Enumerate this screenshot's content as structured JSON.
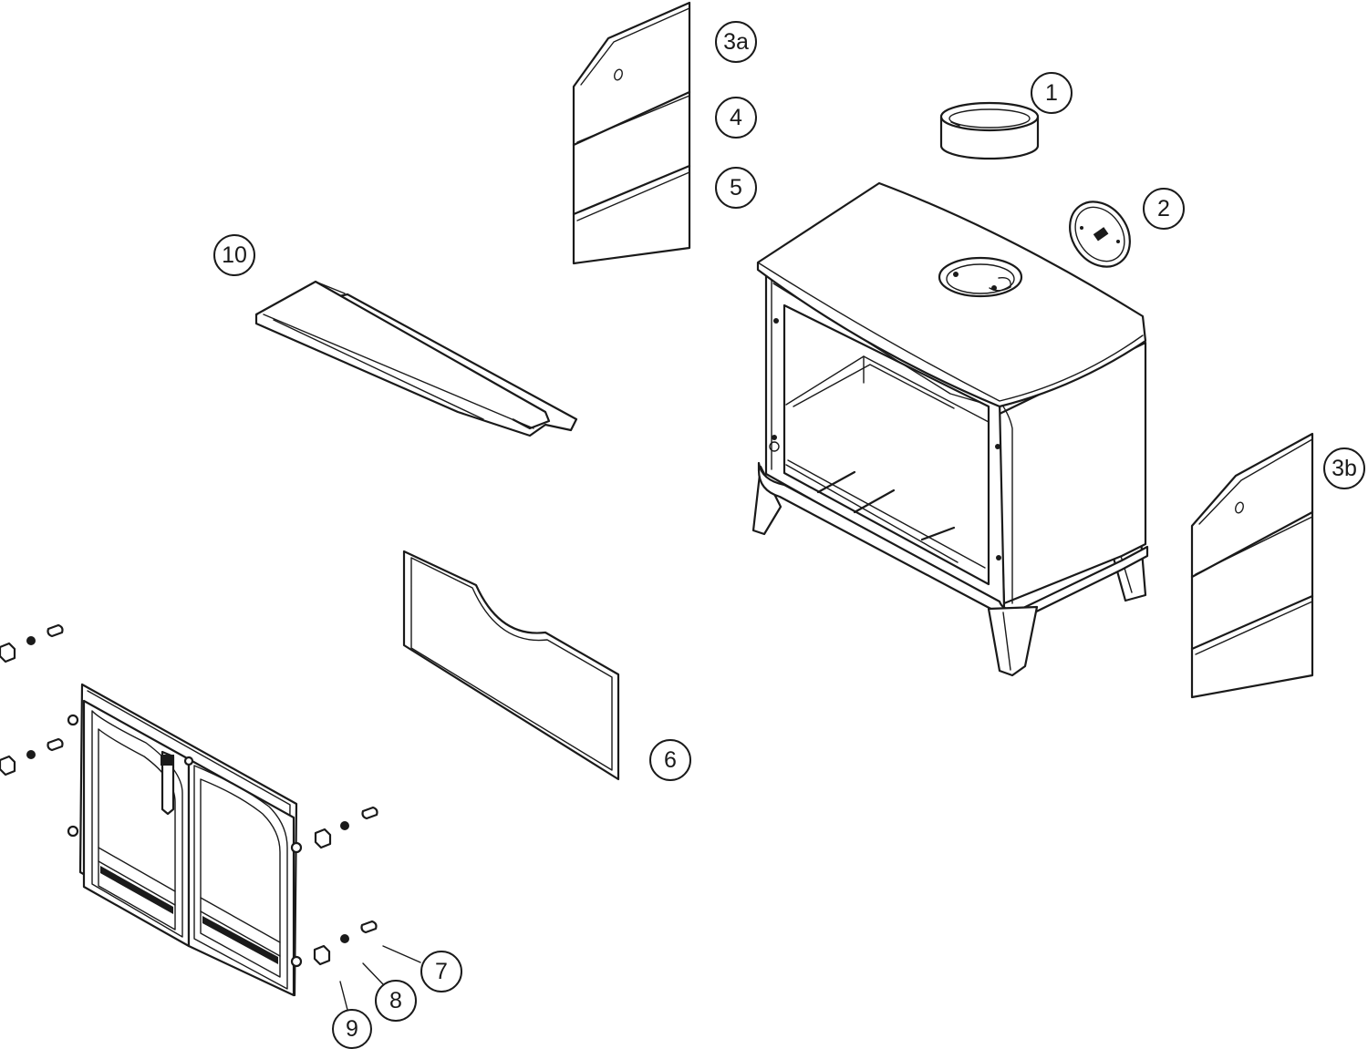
{
  "callouts": {
    "c1": "1",
    "c2": "2",
    "c3a": "3a",
    "c3b": "3b",
    "c4": "4",
    "c5": "5",
    "c6": "6",
    "c7": "7",
    "c8": "8",
    "c9": "9",
    "c10": "10"
  },
  "colors": {
    "line": "#1a1a1a",
    "background": "#ffffff"
  }
}
